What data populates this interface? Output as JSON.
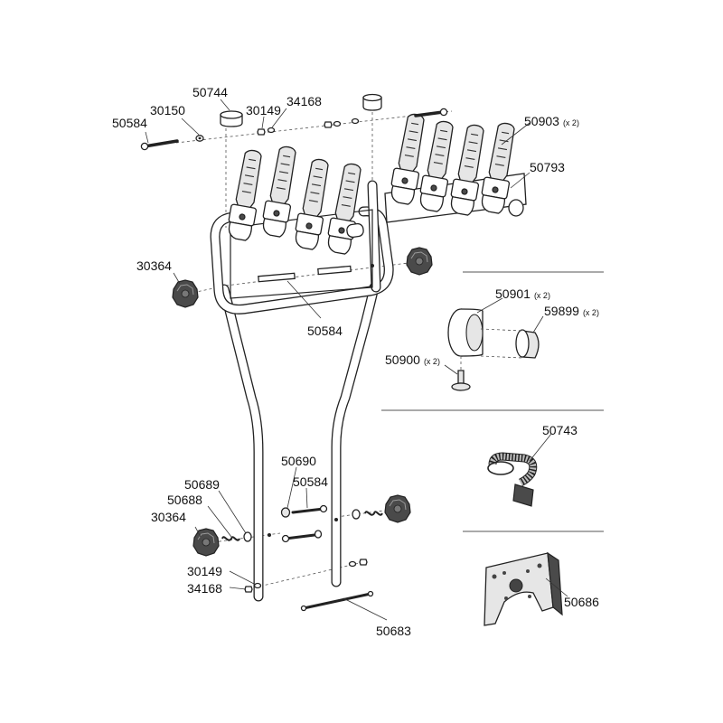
{
  "diagram": {
    "callouts": [
      {
        "id": "c1",
        "number": "50744",
        "qty": ""
      },
      {
        "id": "c2",
        "number": "30150",
        "qty": ""
      },
      {
        "id": "c3",
        "number": "30149",
        "qty": ""
      },
      {
        "id": "c4",
        "number": "34168",
        "qty": ""
      },
      {
        "id": "c5",
        "number": "50584",
        "qty": ""
      },
      {
        "id": "c6",
        "number": "50903",
        "qty": "(x 2)"
      },
      {
        "id": "c7",
        "number": "50793",
        "qty": ""
      },
      {
        "id": "c8",
        "number": "30364",
        "qty": ""
      },
      {
        "id": "c9",
        "number": "50584",
        "qty": ""
      },
      {
        "id": "c10",
        "number": "50901",
        "qty": "(x 2)"
      },
      {
        "id": "c11",
        "number": "59899",
        "qty": "(x 2)"
      },
      {
        "id": "c12",
        "number": "50900",
        "qty": "(x 2)"
      },
      {
        "id": "c13",
        "number": "50743",
        "qty": ""
      },
      {
        "id": "c14",
        "number": "50690",
        "qty": ""
      },
      {
        "id": "c15",
        "number": "50584",
        "qty": ""
      },
      {
        "id": "c16",
        "number": "50689",
        "qty": ""
      },
      {
        "id": "c17",
        "number": "50688",
        "qty": ""
      },
      {
        "id": "c18",
        "number": "30364",
        "qty": ""
      },
      {
        "id": "c19",
        "number": "30149",
        "qty": ""
      },
      {
        "id": "c20",
        "number": "34168",
        "qty": ""
      },
      {
        "id": "c21",
        "number": "50683",
        "qty": ""
      },
      {
        "id": "c22",
        "number": "50686",
        "qty": ""
      }
    ]
  }
}
